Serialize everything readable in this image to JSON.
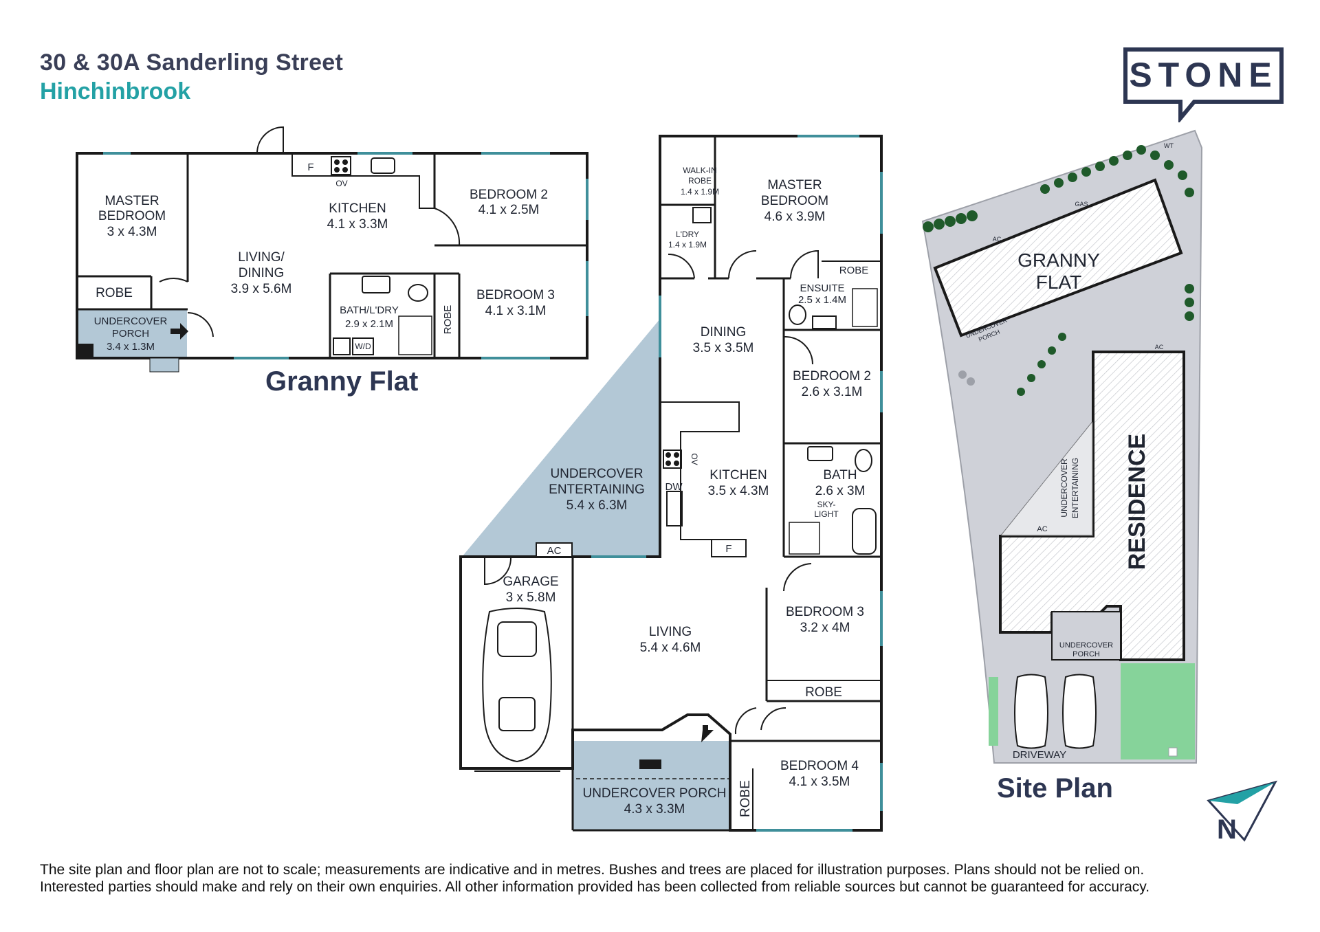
{
  "header": {
    "address": "30 & 30A Sanderling Street",
    "suburb": "Hinchinbrook"
  },
  "logo": {
    "text": "STONE",
    "icon": "stone-logo-icon"
  },
  "granny_flat": {
    "caption": "Granny Flat",
    "rooms": {
      "master_bedroom": {
        "name1": "MASTER",
        "name2": "BEDROOM",
        "size": "3 x 4.3M"
      },
      "robe": "ROBE",
      "undercover_porch": {
        "name1": "UNDERCOVER",
        "name2": "PORCH",
        "size": "3.4 x 1.3M"
      },
      "living_dining": {
        "name1": "LIVING/",
        "name2": "DINING",
        "size": "3.9 x 5.6M"
      },
      "kitchen": {
        "name": "KITCHEN",
        "size": "4.1 x 3.3M"
      },
      "fridge": "F",
      "oven": "OV",
      "bedroom2": {
        "name": "BEDROOM 2",
        "size": "4.1 x 2.5M"
      },
      "bedroom3": {
        "name": "BEDROOM 3",
        "size": "4.1 x 3.1M"
      },
      "bath_ldry": {
        "name": "BATH/L'DRY",
        "size": "2.9 x 2.1M"
      },
      "wd": "W/D",
      "robe_vertical": "ROBE"
    }
  },
  "residence": {
    "rooms": {
      "walkin_robe": {
        "name1": "WALK-IN",
        "name2": "ROBE",
        "size": "1.4 x 1.9M"
      },
      "ldry": {
        "name": "L'DRY",
        "size": "1.4 x 1.9M"
      },
      "master_bedroom": {
        "name1": "MASTER",
        "name2": "BEDROOM",
        "size": "4.6 x 3.9M"
      },
      "robe_master": "ROBE",
      "ensuite": {
        "name": "ENSUITE",
        "size": "2.5 x 1.4M"
      },
      "dining": {
        "name": "DINING",
        "size": "3.5 x 3.5M"
      },
      "bedroom2": {
        "name": "BEDROOM 2",
        "size": "2.6 x 3.1M"
      },
      "kitchen": {
        "name": "KITCHEN",
        "size": "3.5 x 4.3M"
      },
      "oven": "OV",
      "dishwasher": "DW",
      "fridge": "F",
      "bath": {
        "name": "BATH",
        "size": "2.6 x 3M",
        "skylight1": "SKY-",
        "skylight2": "LIGHT"
      },
      "undercover_entertaining": {
        "name1": "UNDERCOVER",
        "name2": "ENTERTAINING",
        "size": "5.4 x 6.3M"
      },
      "ac": "AC",
      "garage": {
        "name": "GARAGE",
        "size": "3 x 5.8M"
      },
      "living": {
        "name": "LIVING",
        "size": "5.4 x 4.6M"
      },
      "bedroom3": {
        "name": "BEDROOM 3",
        "size": "3.2 x 4M"
      },
      "robe_b3": "ROBE",
      "bedroom4": {
        "name": "BEDROOM 4",
        "size": "4.1 x 3.5M"
      },
      "robe_b4": "ROBE",
      "undercover_porch": {
        "name": "UNDERCOVER PORCH",
        "size": "4.3 x 3.3M"
      }
    }
  },
  "site_plan": {
    "caption": "Site Plan",
    "granny_flat1": "GRANNY",
    "granny_flat2": "FLAT",
    "residence": "RESIDENCE",
    "undercover_entertaining1": "UNDERCOVER",
    "undercover_entertaining2": "ENTERTAINING",
    "undercover_porch1": "UNDERCOVER",
    "undercover_porch2": "PORCH",
    "granny_porch1": "UNDERCOVER",
    "granny_porch2": "PORCH",
    "driveway": "DRIVEWAY",
    "ac1": "AC",
    "ac2": "AC",
    "ac3": "AC",
    "gas": "GAS",
    "wt": "WT",
    "north": "N"
  },
  "colors": {
    "wall": "#1a1a1a",
    "window": "#3f8f9a",
    "covered": "#b3c8d6",
    "site_ground": "#cfd1d8",
    "lawn": "#86d39a",
    "tree": "#1f5a2a",
    "accent": "#23a1a5",
    "navy": "#2d3652"
  },
  "disclaimer": {
    "line1": "The site plan and floor plan are not to scale; measurements are indicative and in metres. Bushes and trees are placed for illustration purposes. Plans should not be relied on.",
    "line2": "Interested parties should make and rely on their own enquiries. All other information provided has been collected from reliable sources but cannot be guaranteed for accuracy."
  }
}
